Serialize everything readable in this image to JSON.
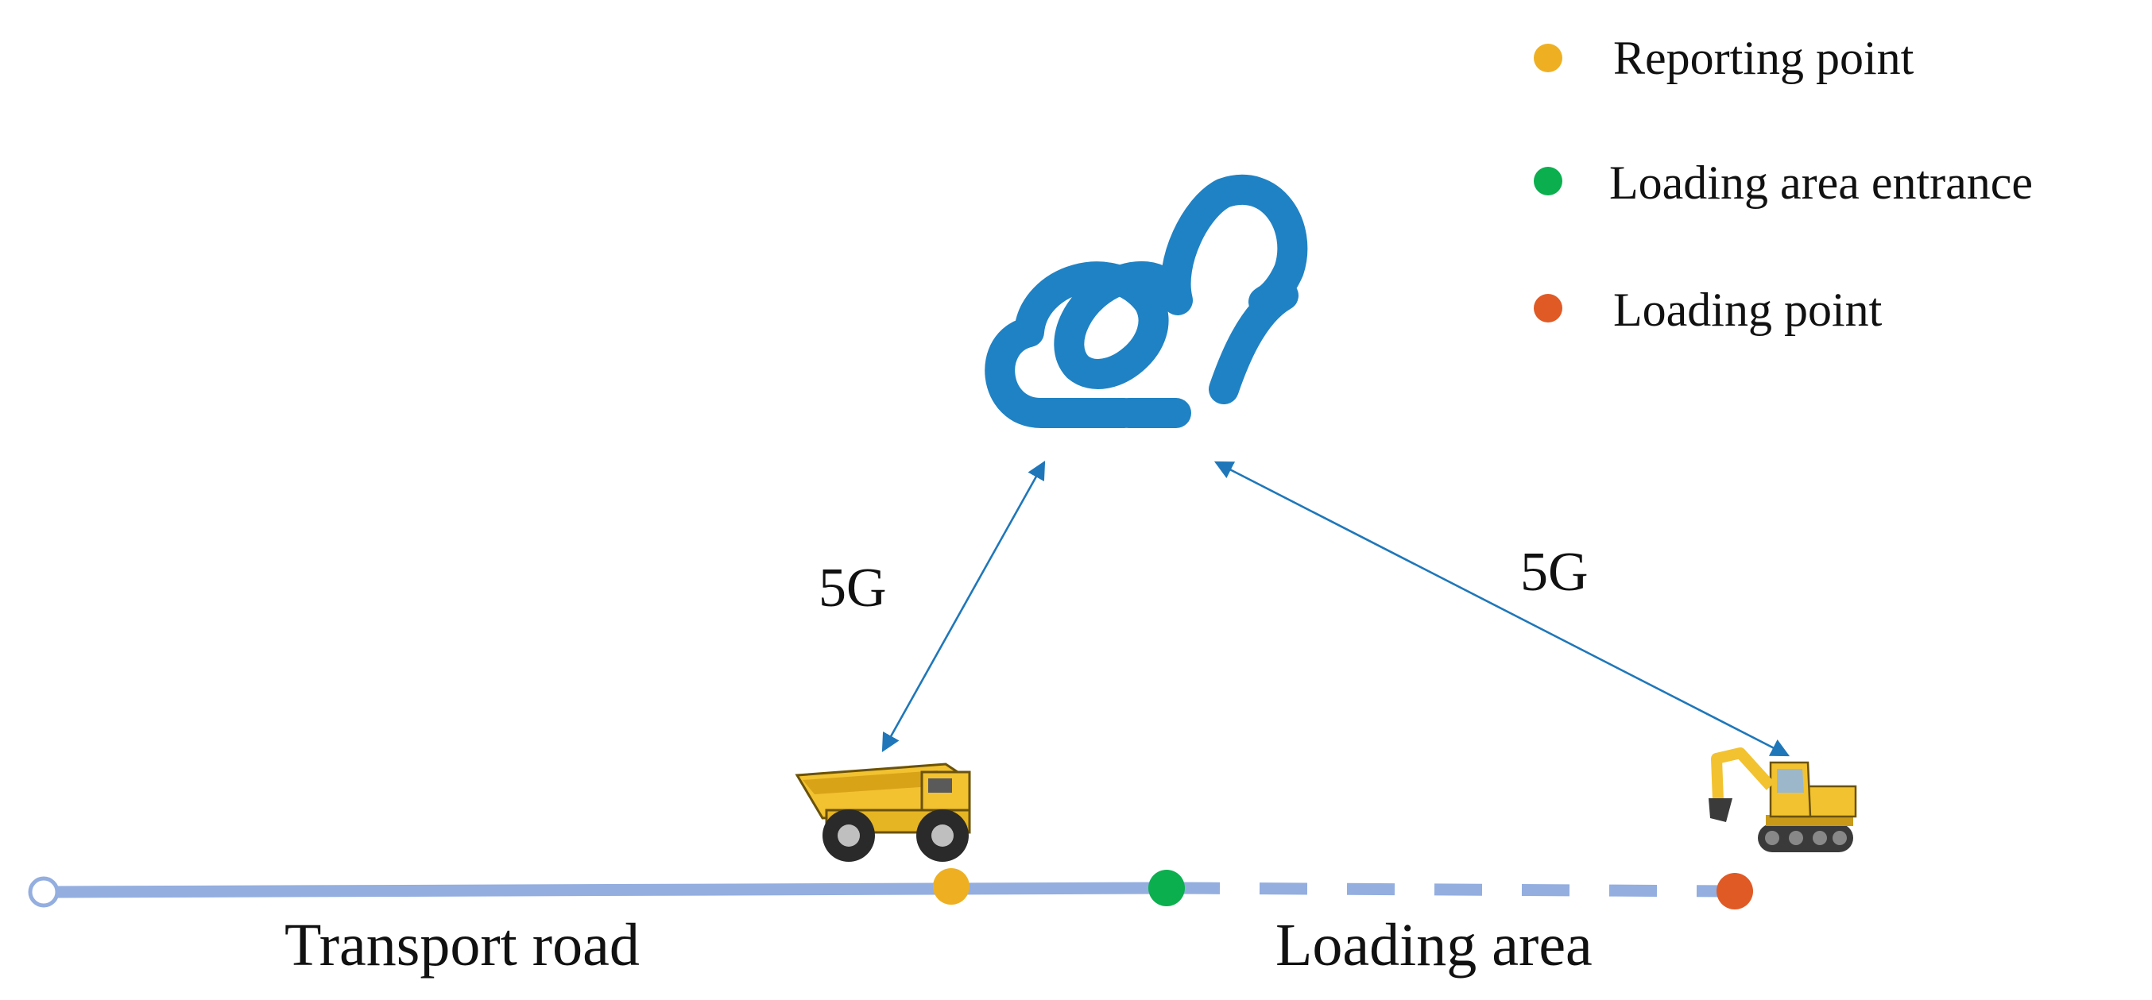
{
  "legend": {
    "items": [
      {
        "label": "Reporting point",
        "color": "#EEB022"
      },
      {
        "label": "Loading area entrance",
        "color": "#0BAF4E"
      },
      {
        "label": "Loading point",
        "color": "#E05A26"
      }
    ]
  },
  "links": {
    "truck_label": "5G",
    "excavator_label": "5G",
    "color": "#1F77B9"
  },
  "road": {
    "transport_label": "Transport road",
    "loading_label": "Loading area",
    "color": "#93AEDF"
  },
  "icons": {
    "cloud": "cloud-icon",
    "truck": "mining-truck-icon",
    "excavator": "excavator-icon"
  },
  "colors": {
    "cloud": "#1F82C4",
    "vehicle_yellow": "#F2C230"
  }
}
